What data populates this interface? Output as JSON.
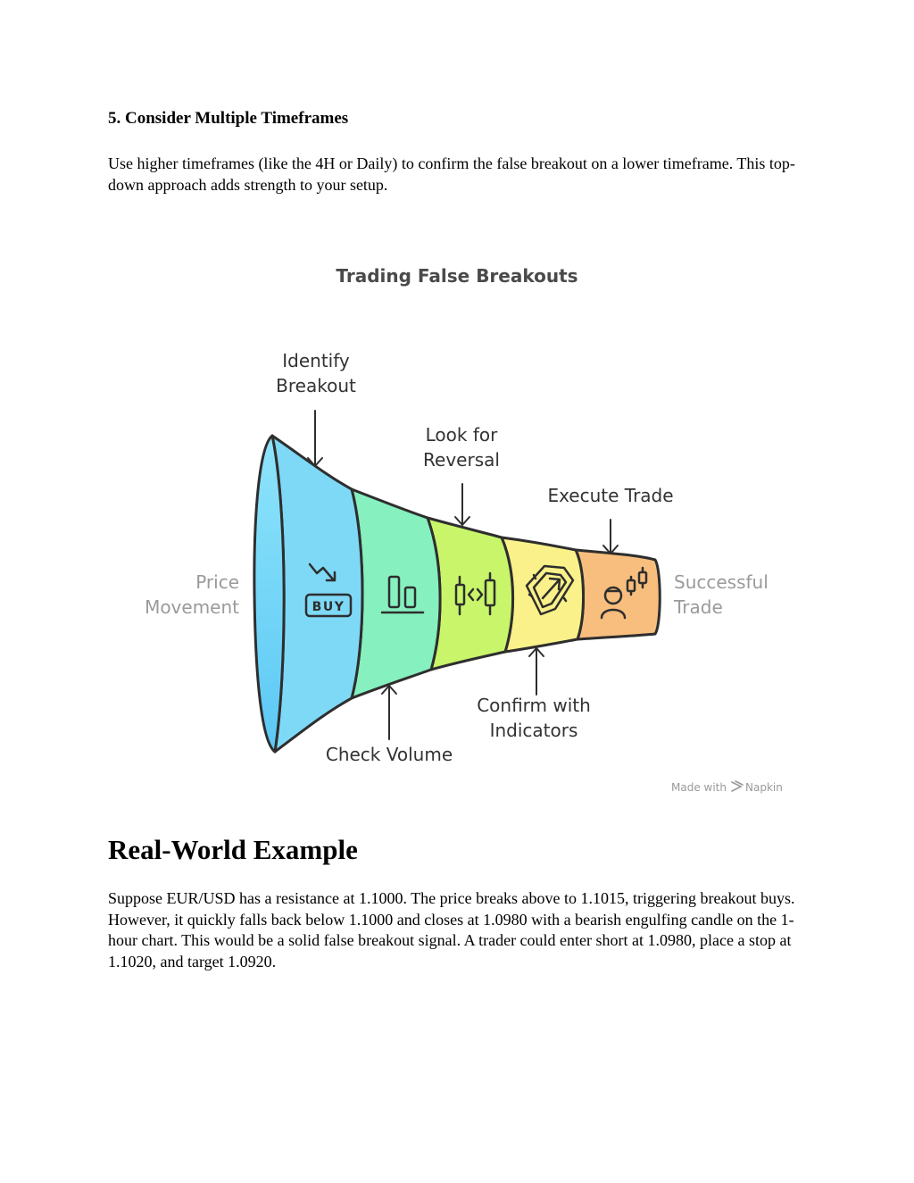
{
  "section": {
    "heading": "5. Consider Multiple Timeframes",
    "paragraph": "Use higher timeframes (like the 4H or Daily) to confirm the false breakout on a lower timeframe. This top-down approach adds strength to your setup."
  },
  "diagram": {
    "title": "Trading False Breakouts",
    "input_label": [
      "Price",
      "Movement"
    ],
    "output_label": [
      "Successful",
      "Trade"
    ],
    "stages": [
      {
        "label_lines": [
          "Identify",
          "Breakout"
        ],
        "icon": "buy-sign-icon",
        "icon_text": "BUY",
        "color": "#7ED9F7"
      },
      {
        "label_lines": [
          "Check Volume"
        ],
        "icon": "volume-bars-icon",
        "color": "#86F0BE"
      },
      {
        "label_lines": [
          "Look for",
          "Reversal"
        ],
        "icon": "reversal-candles-icon",
        "color": "#C9F56A"
      },
      {
        "label_lines": [
          "Confirm with",
          "Indicators"
        ],
        "icon": "indicator-arrow-icon",
        "color": "#FAF18A"
      },
      {
        "label_lines": [
          "Execute Trade"
        ],
        "icon": "trader-candles-icon",
        "color": "#F8BE7E"
      }
    ],
    "watermark": "Made with",
    "watermark_brand": "Napkin"
  },
  "example": {
    "heading": "Real-World Example",
    "paragraph": "Suppose EUR/USD has a resistance at 1.1000. The price breaks above to 1.1015, triggering breakout buys. However, it quickly falls back below 1.1000 and closes at 1.0980 with a bearish engulfing candle on the 1-hour chart. This would be a solid false breakout signal. A trader could enter short at 1.0980, place a stop at 1.1020, and target 1.0920."
  }
}
